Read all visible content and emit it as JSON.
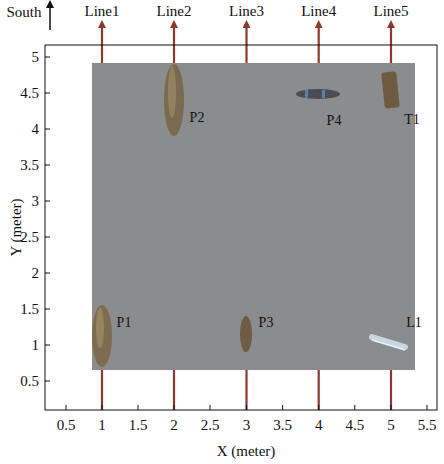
{
  "diagram": {
    "labels": [
      "South",
      "Line1",
      "Line2",
      "Line3",
      "Line4",
      "Line5",
      "5",
      "4.5",
      "4",
      "3.5",
      "3",
      "2.5",
      "2",
      "1.5",
      "1",
      "0.5",
      "Y (meter)",
      "0.5",
      "1",
      "1.5",
      "2",
      "2.5",
      "3",
      "3.5",
      "4",
      "4.5",
      "5",
      "5.5",
      "X (meter)",
      "P2",
      "P4",
      "T1",
      "P1",
      "P3",
      "L1"
    ]
  }
}
